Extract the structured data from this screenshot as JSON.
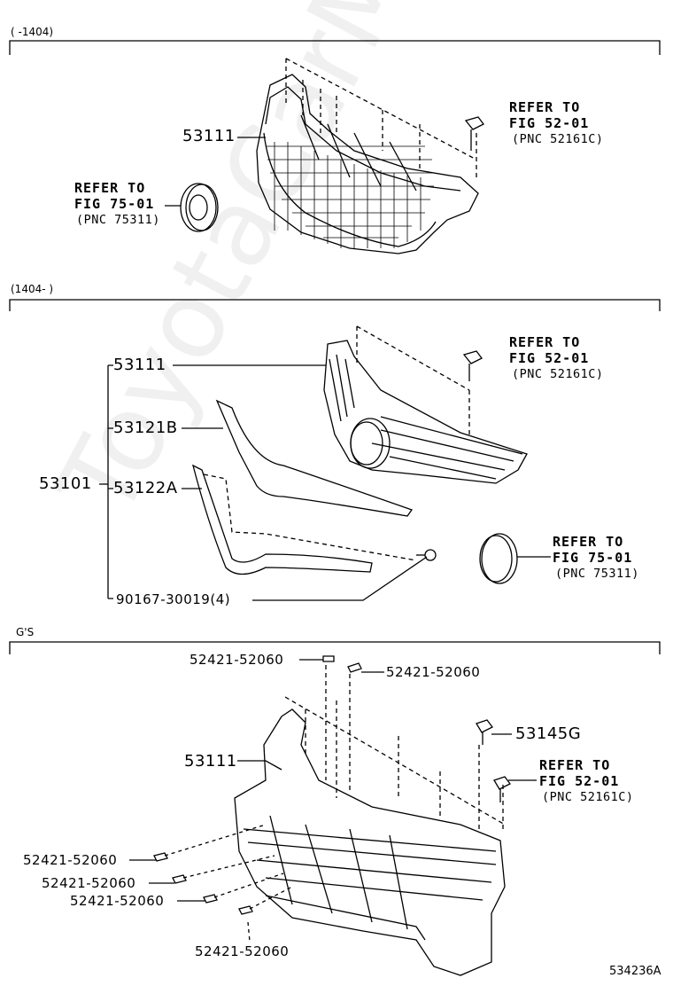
{
  "watermark": "ToyotaCarMine.ru",
  "sections": {
    "s1_range": "(      -1404)",
    "s2_range": "(1404-      )",
    "s3_range": "G'S"
  },
  "labels": {
    "s1_part": "53111",
    "s1_ref_a": [
      "REFER TO",
      "FIG 52-01",
      "(PNC 52161C)"
    ],
    "s1_ref_b": [
      "REFER TO",
      "FIG 75-01",
      "(PNC 75311)"
    ],
    "s2_assy": "53101",
    "s2_part1": "53111",
    "s2_part2": "53121B",
    "s2_part3": "53122A",
    "s2_part4": "90167-30019(4)",
    "s2_ref_a": [
      "REFER TO",
      "FIG 52-01",
      "(PNC 52161C)"
    ],
    "s2_ref_b": [
      "REFER TO",
      "FIG 75-01",
      "(PNC 75311)"
    ],
    "s3_part": "53111",
    "s3_clip": "53145G",
    "s3_seal": "52421-52060",
    "s3_ref": [
      "REFER TO",
      "FIG 52-01",
      "(PNC 52161C)"
    ]
  },
  "figure_id": "534236A"
}
